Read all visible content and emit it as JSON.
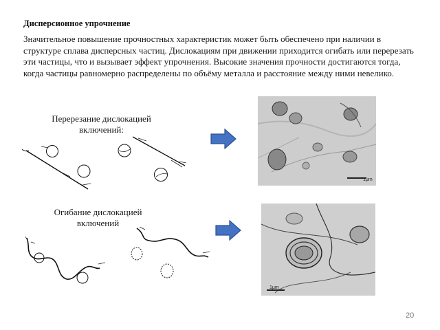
{
  "slide": {
    "title": "Дисперсионное упрочнение",
    "paragraph": "Значительное повышение прочностных характеристик может быть обеспечено при наличии в структуре сплава дисперсных частиц. Дислокациям при движении приходится огибать или перерезать эти частицы, что и вызывает эффект упрочнения. Высокие значения прочности достигаются тогда, когда частицы равномерно распределены по объёму металла и расстояние между ними невелико.",
    "cutting_label": "Перерезание дислокацией включений:",
    "bowing_label": "Огибание дислокацией включений",
    "scale_label_top": "1μm",
    "scale_label_bottom": "1μm",
    "page_number": "20"
  },
  "colors": {
    "arrow_fill": "#4472c4",
    "arrow_stroke": "#2f528f",
    "micrograph_background": "#c9c9c9"
  }
}
